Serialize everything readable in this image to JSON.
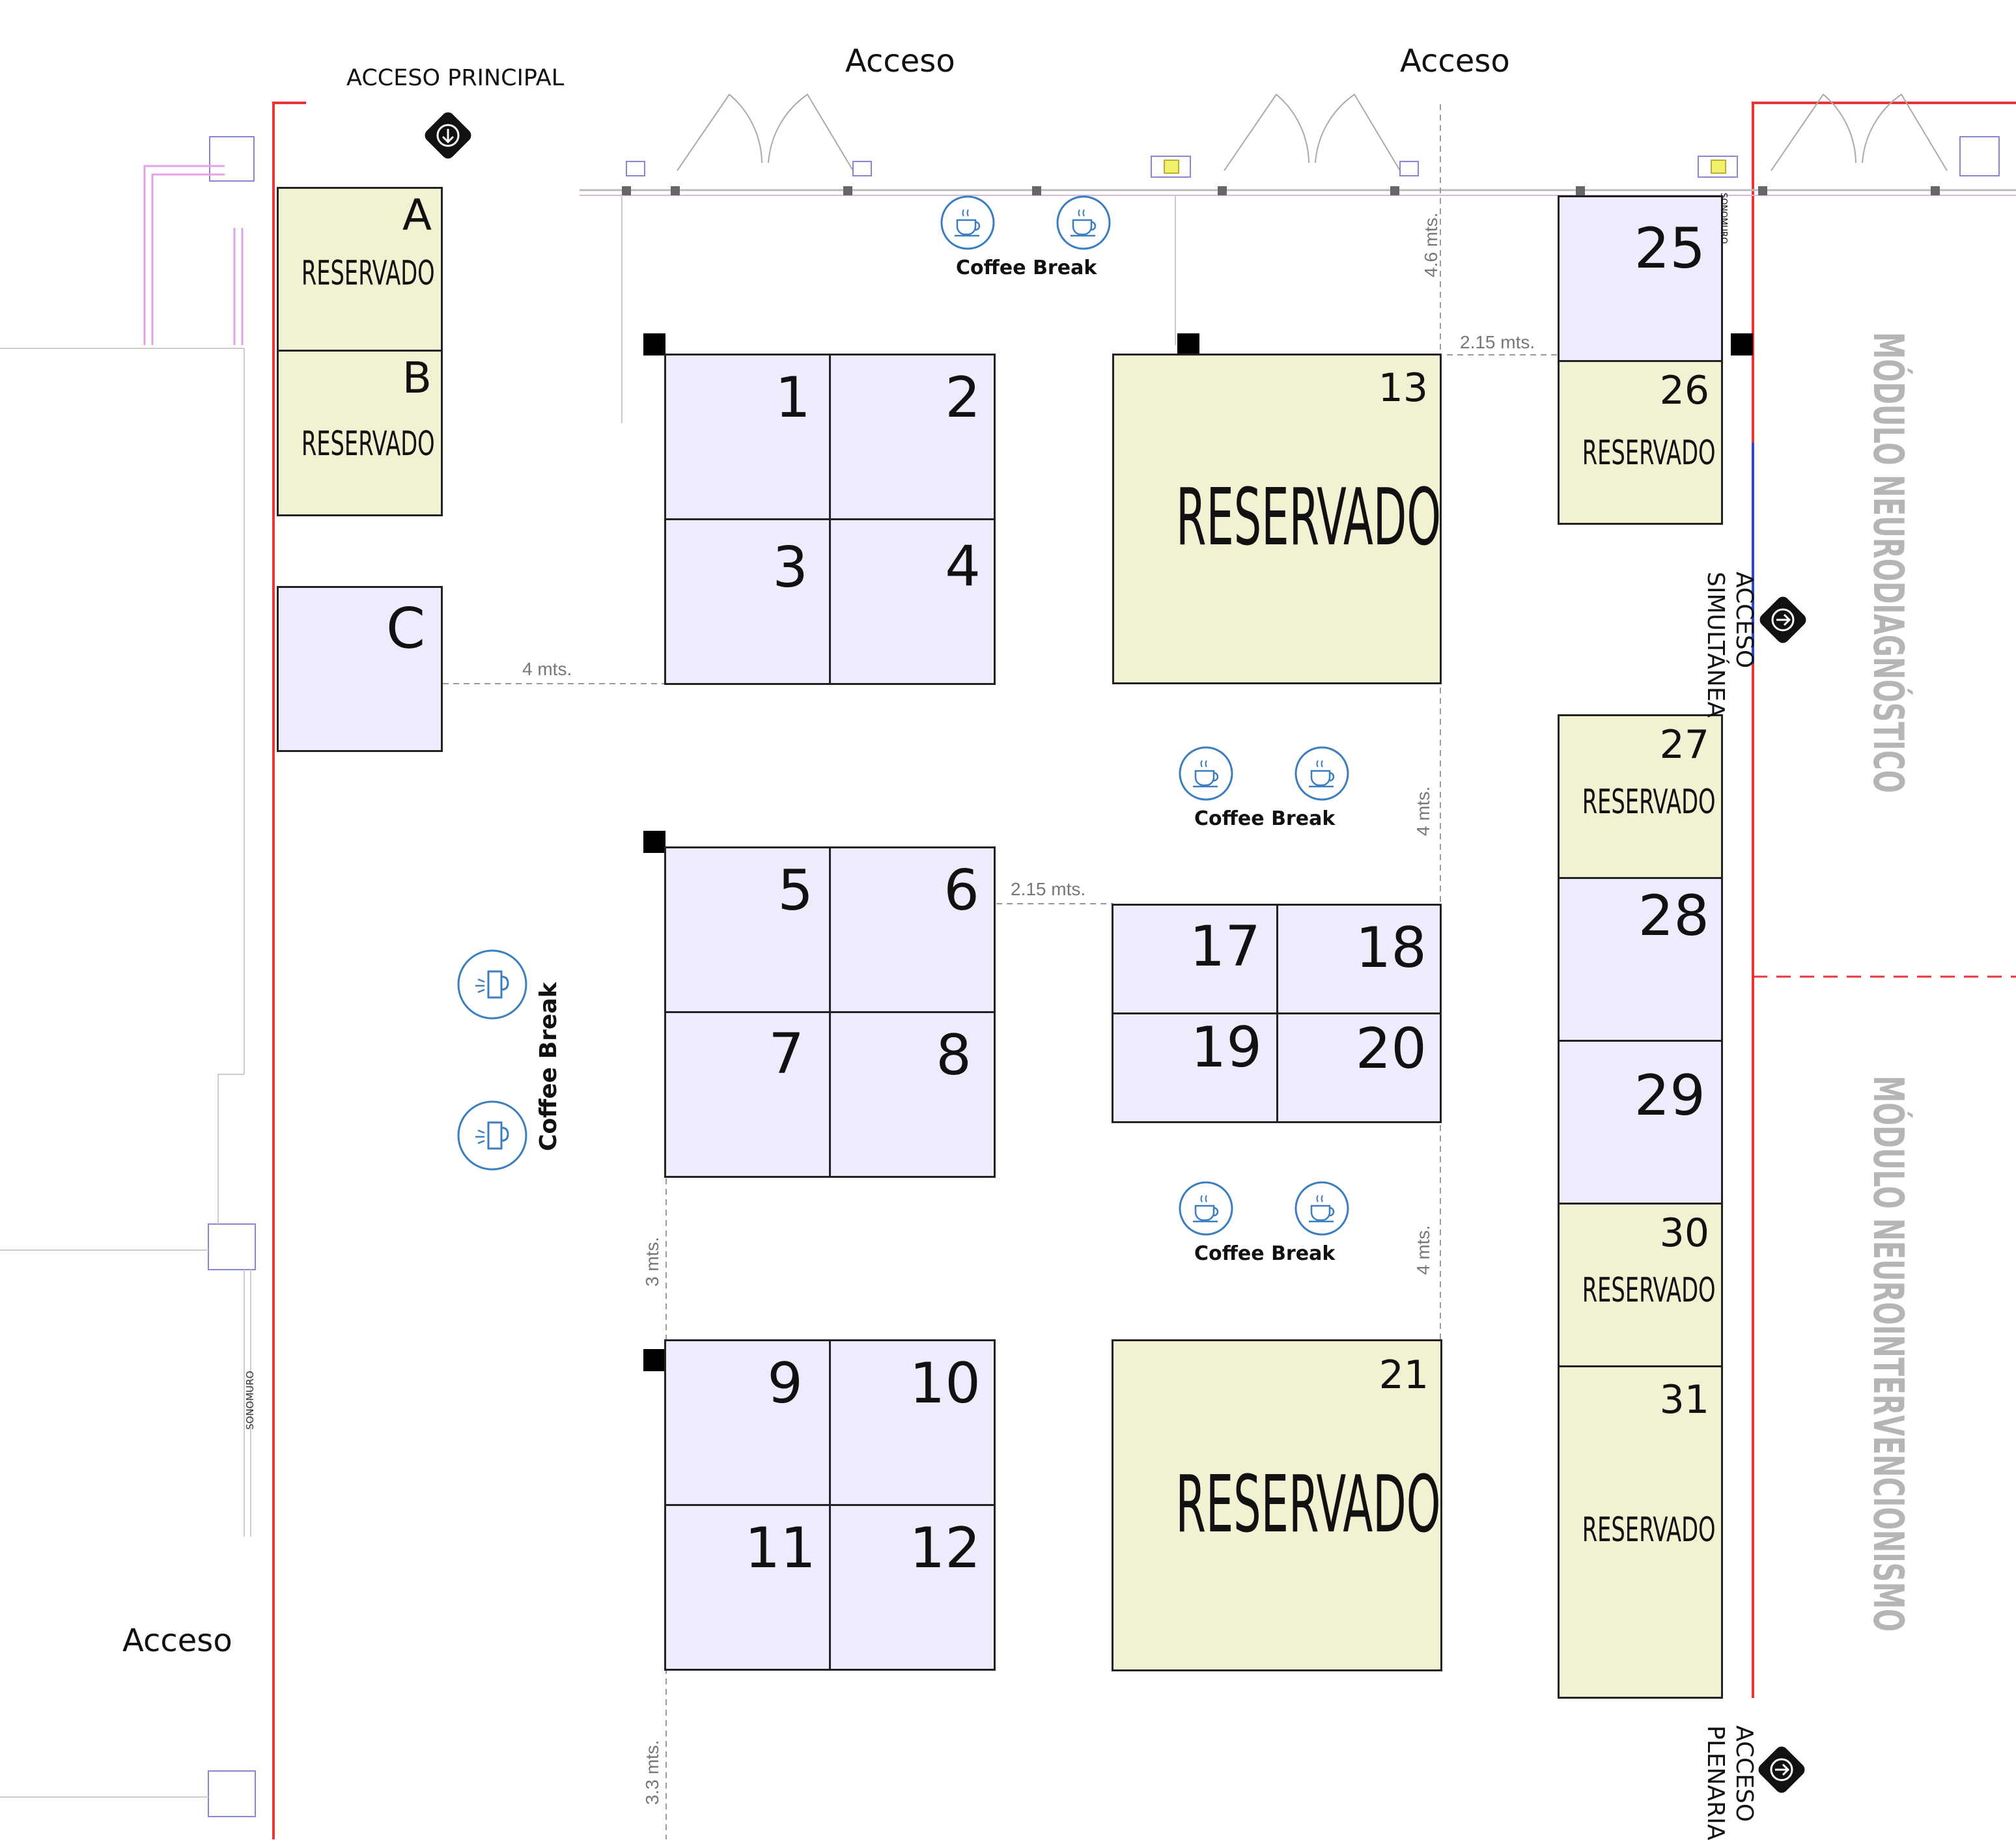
{
  "access_labels": {
    "main": "ACCESO PRINCIPAL",
    "top1": "Acceso",
    "top2": "Acceso",
    "bottom_left": "Acceso",
    "simultanea_l1": "ACCESO",
    "simultanea_l2": "SIMULTÁNEA",
    "plenaria_l1": "ACCESO",
    "plenaria_l2": "PLENARIA"
  },
  "modules": {
    "upper": "MÓDULO NEURODIAGNÓSTICO",
    "lower": "MÓDULO NEUROINTERVENCIONISMO"
  },
  "sonomuro": "SONOMURO",
  "coffee_break": "Coffee Break",
  "reserved_label": "RESERVADO",
  "dimensions": {
    "d_46": "4.6 mts.",
    "d_215_top": "2.15 mts.",
    "d_4_left": "4 mts.",
    "d_215_mid": "2.15 mts.",
    "d_4_mid": "4 mts.",
    "d_4_low": "4 mts.",
    "d_3": "3 mts.",
    "d_33": "3.3 mts."
  },
  "stands": {
    "A": {
      "id": "A",
      "status": "reserved"
    },
    "B": {
      "id": "B",
      "status": "reserved"
    },
    "C": {
      "id": "C",
      "status": "available"
    },
    "s1": {
      "id": "1",
      "status": "available"
    },
    "s2": {
      "id": "2",
      "status": "available"
    },
    "s3": {
      "id": "3",
      "status": "available"
    },
    "s4": {
      "id": "4",
      "status": "available"
    },
    "s5": {
      "id": "5",
      "status": "available"
    },
    "s6": {
      "id": "6",
      "status": "available"
    },
    "s7": {
      "id": "7",
      "status": "available"
    },
    "s8": {
      "id": "8",
      "status": "available"
    },
    "s9": {
      "id": "9",
      "status": "available"
    },
    "s10": {
      "id": "10",
      "status": "available"
    },
    "s11": {
      "id": "11",
      "status": "available"
    },
    "s12": {
      "id": "12",
      "status": "available"
    },
    "s13": {
      "id": "13",
      "status": "reserved"
    },
    "s17": {
      "id": "17",
      "status": "available"
    },
    "s18": {
      "id": "18",
      "status": "available"
    },
    "s19": {
      "id": "19",
      "status": "available"
    },
    "s20": {
      "id": "20",
      "status": "available"
    },
    "s21": {
      "id": "21",
      "status": "reserved"
    },
    "s25": {
      "id": "25",
      "status": "available"
    },
    "s26": {
      "id": "26",
      "status": "reserved"
    },
    "s27": {
      "id": "27",
      "status": "reserved"
    },
    "s28": {
      "id": "28",
      "status": "available"
    },
    "s29": {
      "id": "29",
      "status": "available"
    },
    "s30": {
      "id": "30",
      "status": "reserved"
    },
    "s31": {
      "id": "31",
      "status": "reserved"
    }
  },
  "colors": {
    "available": "#ececfd",
    "reserved": "#f2f1d2",
    "wall_red": "#e8333a",
    "coffee_icon": "#3b7ec0"
  },
  "icons": [
    "arrow-down-icon",
    "arrow-right-icon",
    "coffee-cup-icon",
    "coffee-pot-icon"
  ]
}
